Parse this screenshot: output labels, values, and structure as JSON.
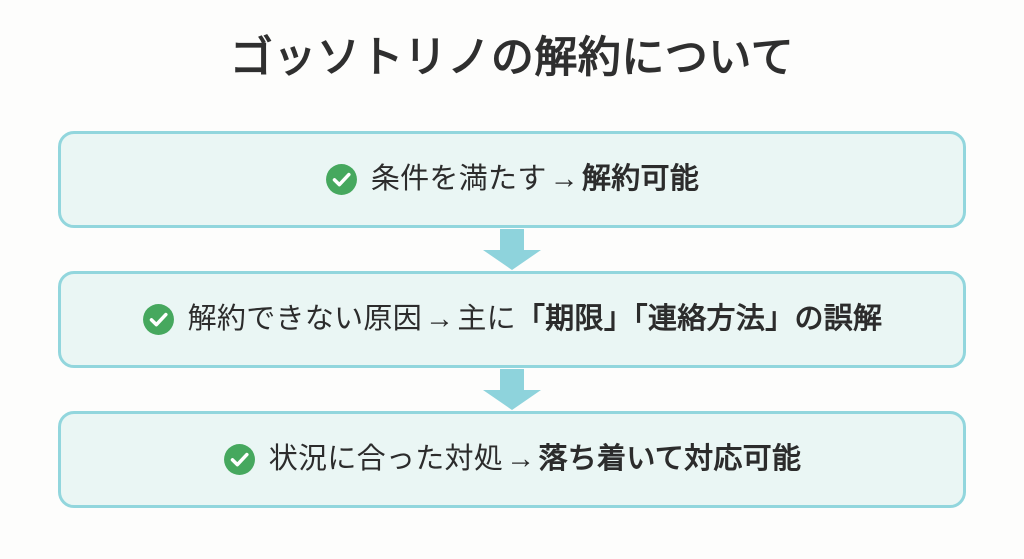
{
  "slide": {
    "title": "ゴッソトリノの解約について",
    "background_color": "#fdfdfc",
    "box_border_color": "#92d6dd",
    "box_fill_color": "#eaf6f4",
    "check_color": "#46a85e",
    "arrow_color": "#8ed3dc",
    "arrow_glyph": "→"
  },
  "steps": [
    {
      "icon": "check-circle-icon",
      "lead": "条件を満たす",
      "arrow": "→",
      "strong": "解約可能",
      "tail": ""
    },
    {
      "icon": "check-circle-icon",
      "lead": "解約できない原因",
      "arrow": "→",
      "lead2": "主に",
      "strong": "「期限」「連絡方法」の誤解",
      "tail": ""
    },
    {
      "icon": "check-circle-icon",
      "lead": "状況に合った対処",
      "arrow": "→",
      "strong": "落ち着いて対応可能",
      "tail": ""
    }
  ],
  "connectors": [
    {
      "name": "down-arrow-1"
    },
    {
      "name": "down-arrow-2"
    }
  ]
}
